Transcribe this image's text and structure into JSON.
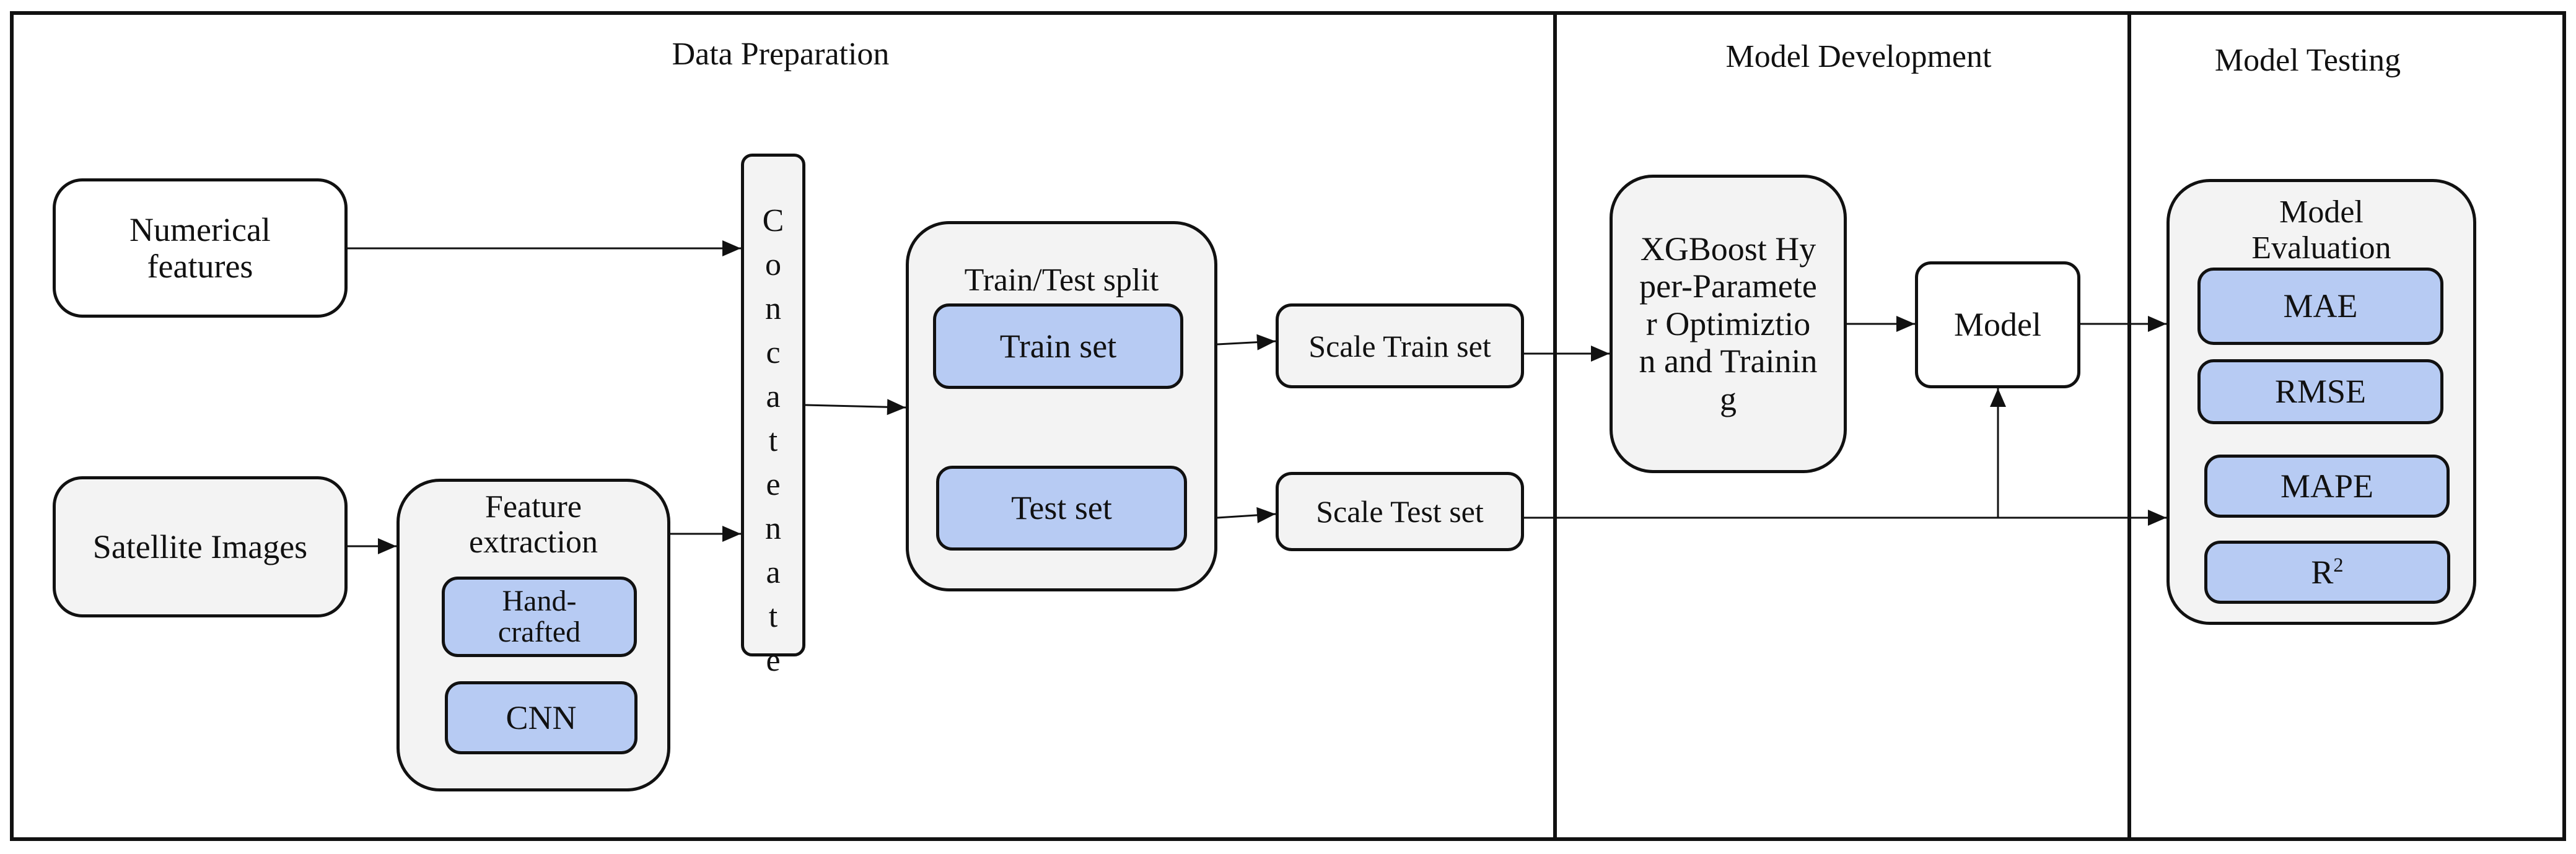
{
  "sections": {
    "data_preparation": "Data Preparation",
    "model_development": "Model Development",
    "model_testing": "Model Testing"
  },
  "nodes": {
    "numerical_features": "Numerical features",
    "satellite_images": "Satellite Images",
    "feature_extraction": "Feature extraction",
    "hand_crafted": "Hand-crafted",
    "cnn": "CNN",
    "concatenate": [
      "C",
      "o",
      "n",
      "c",
      "a",
      "t",
      "e",
      "n",
      "a",
      "t",
      "e"
    ],
    "train_test_split": "Train/Test split",
    "train_set": "Train set",
    "test_set": "Test set",
    "scale_train_set": "Scale Train set",
    "scale_test_set": "Scale Test set",
    "xgboost": "XGBoost Hyper-Parameter Optimiztion and Training",
    "model": "Model",
    "model_evaluation": "Model Evaluation",
    "metrics": {
      "mae": "MAE",
      "rmse": "RMSE",
      "mape": "MAPE",
      "r2_base": "R",
      "r2_sup": "2"
    }
  },
  "colors": {
    "line": "#111111",
    "container_fill": "#f3f3f3",
    "item_fill": "#b7cbf3",
    "box_fill": "#ffffff"
  }
}
